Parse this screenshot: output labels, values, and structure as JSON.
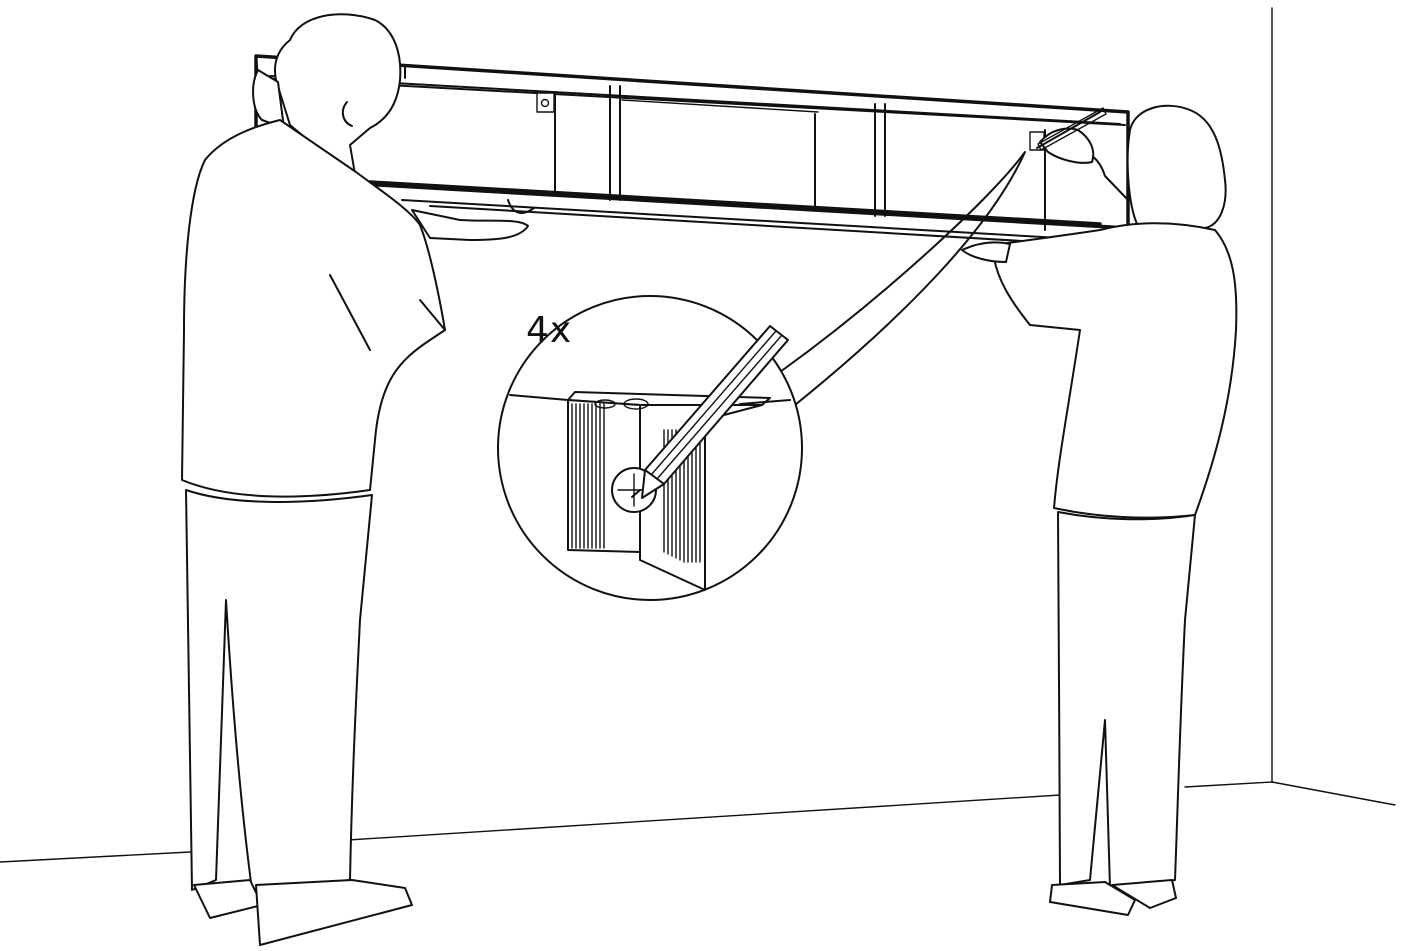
{
  "step": {
    "quantity_label": "4x",
    "ink_color": "#111111",
    "background_color": "#ffffff"
  },
  "scene": {
    "figures": [
      "man-holding-shelf",
      "woman-marking-wall"
    ],
    "detail_icon": "pencil-marking-bracket-hole"
  }
}
